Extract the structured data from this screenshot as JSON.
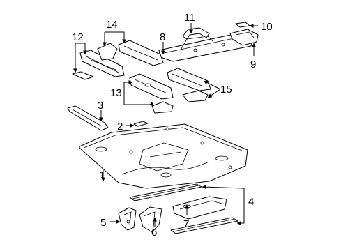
{
  "diagram": {
    "callouts": {
      "c1": "1",
      "c2": "2",
      "c3": "3",
      "c4": "4",
      "c5": "5",
      "c6": "6",
      "c7": "7",
      "c8": "8",
      "c9": "9",
      "c10": "10",
      "c11": "11",
      "c12": "12",
      "c13": "13",
      "c14": "14",
      "c15": "15"
    },
    "line_color": "#000000",
    "background_color": "#ffffff"
  }
}
